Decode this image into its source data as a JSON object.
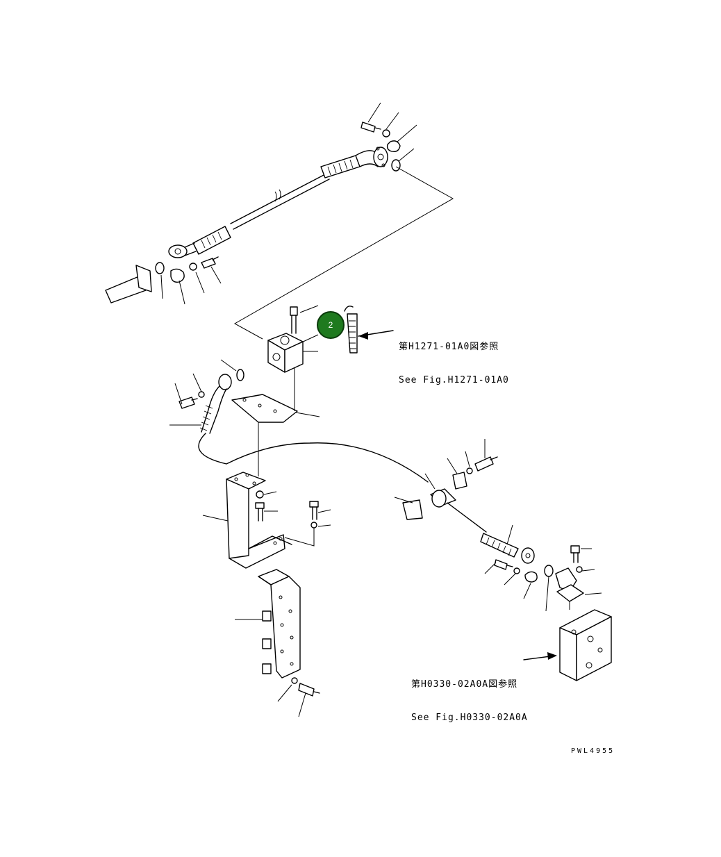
{
  "callouts": [
    {
      "label": "2",
      "color": "#1f7a1f"
    }
  ],
  "references": [
    {
      "jp": "第H1271-01A0図参照",
      "en": "See Fig.H1271-01A0"
    },
    {
      "jp": "第H0330-02A0A図参照",
      "en": "See Fig.H0330-02A0A"
    }
  ],
  "drawing_code": "PWL4955"
}
